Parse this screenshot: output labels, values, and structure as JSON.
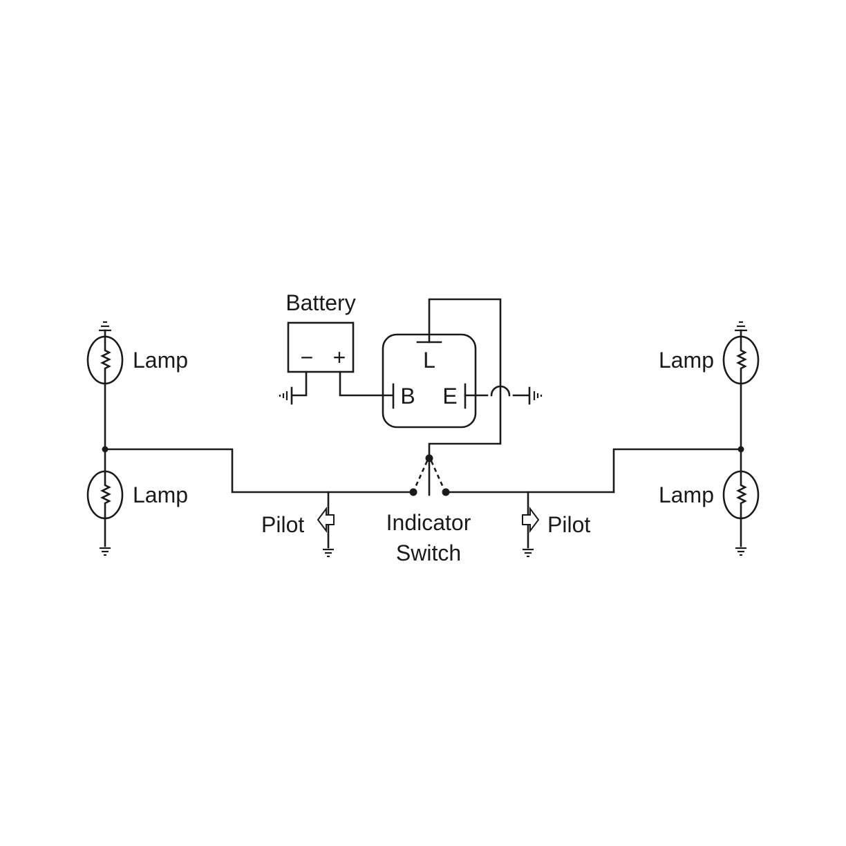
{
  "diagram": {
    "type": "circuit-schematic",
    "subject": "Turn signal flasher circuit",
    "colors": {
      "line": "#1a1a1a",
      "background": "#ffffff"
    },
    "labels": {
      "battery": "Battery",
      "battery_negative": "−",
      "battery_positive": "+",
      "flasher_pin_l": "L",
      "flasher_pin_b": "B",
      "flasher_pin_e": "E",
      "lamp_left_top": "Lamp",
      "lamp_left_bottom": "Lamp",
      "lamp_right_top": "Lamp",
      "lamp_right_bottom": "Lamp",
      "pilot_left": "Pilot",
      "pilot_right": "Pilot",
      "switch_line1": "Indicator",
      "switch_line2": "Switch"
    },
    "components": [
      {
        "id": "battery",
        "kind": "battery",
        "terminals": [
          "−",
          "+"
        ]
      },
      {
        "id": "flasher",
        "kind": "flasher-unit",
        "terminals": [
          "L",
          "B",
          "E"
        ]
      },
      {
        "id": "indicator-switch",
        "kind": "spdt-switch",
        "positions": [
          "left",
          "right"
        ]
      },
      {
        "id": "lamp-left-top",
        "kind": "lamp"
      },
      {
        "id": "lamp-left-bottom",
        "kind": "lamp"
      },
      {
        "id": "lamp-right-top",
        "kind": "lamp"
      },
      {
        "id": "lamp-right-bottom",
        "kind": "lamp"
      },
      {
        "id": "pilot-left",
        "kind": "pilot-indicator",
        "direction": "left"
      },
      {
        "id": "pilot-right",
        "kind": "pilot-indicator",
        "direction": "right"
      }
    ],
    "connections": [
      [
        "battery.−",
        "ground"
      ],
      [
        "battery.+",
        "flasher.B"
      ],
      [
        "flasher.E",
        "ground"
      ],
      [
        "flasher.L",
        "indicator-switch.common"
      ],
      [
        "indicator-switch.left",
        "lamp-left-top",
        "lamp-left-bottom",
        "pilot-left"
      ],
      [
        "indicator-switch.right",
        "lamp-right-top",
        "lamp-right-bottom",
        "pilot-right"
      ]
    ]
  }
}
